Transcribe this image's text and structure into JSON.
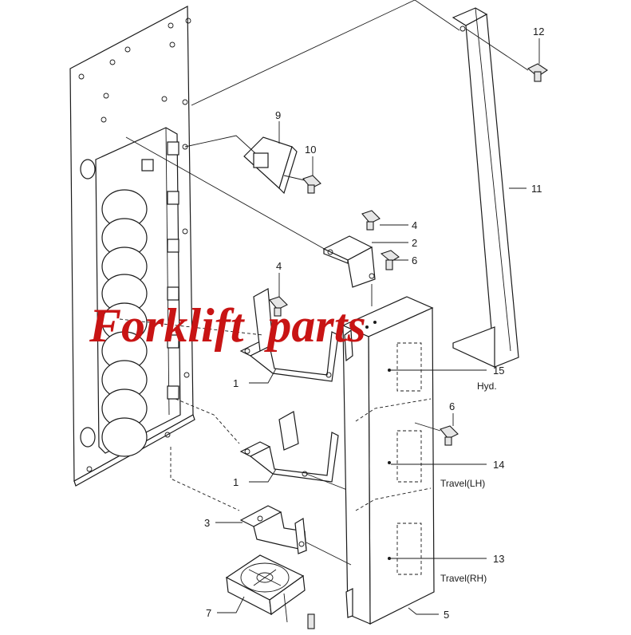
{
  "watermark": "Forklift  parts",
  "callouts": [
    {
      "id": "c12",
      "label": "12"
    },
    {
      "id": "c11",
      "label": "11"
    },
    {
      "id": "c9",
      "label": "9"
    },
    {
      "id": "c10",
      "label": "10"
    },
    {
      "id": "c4a",
      "label": "4"
    },
    {
      "id": "c2",
      "label": "2"
    },
    {
      "id": "c6a",
      "label": "6"
    },
    {
      "id": "c4b",
      "label": "4"
    },
    {
      "id": "c1a",
      "label": "1"
    },
    {
      "id": "c15",
      "label": "15",
      "sub": "Hyd."
    },
    {
      "id": "c6b",
      "label": "6"
    },
    {
      "id": "c1b",
      "label": "1"
    },
    {
      "id": "c14",
      "label": "14",
      "sub": "Travel(LH)"
    },
    {
      "id": "c3",
      "label": "3"
    },
    {
      "id": "c13",
      "label": "13",
      "sub": "Travel(RH)"
    },
    {
      "id": "c7",
      "label": "7"
    },
    {
      "id": "c5",
      "label": "5"
    }
  ]
}
